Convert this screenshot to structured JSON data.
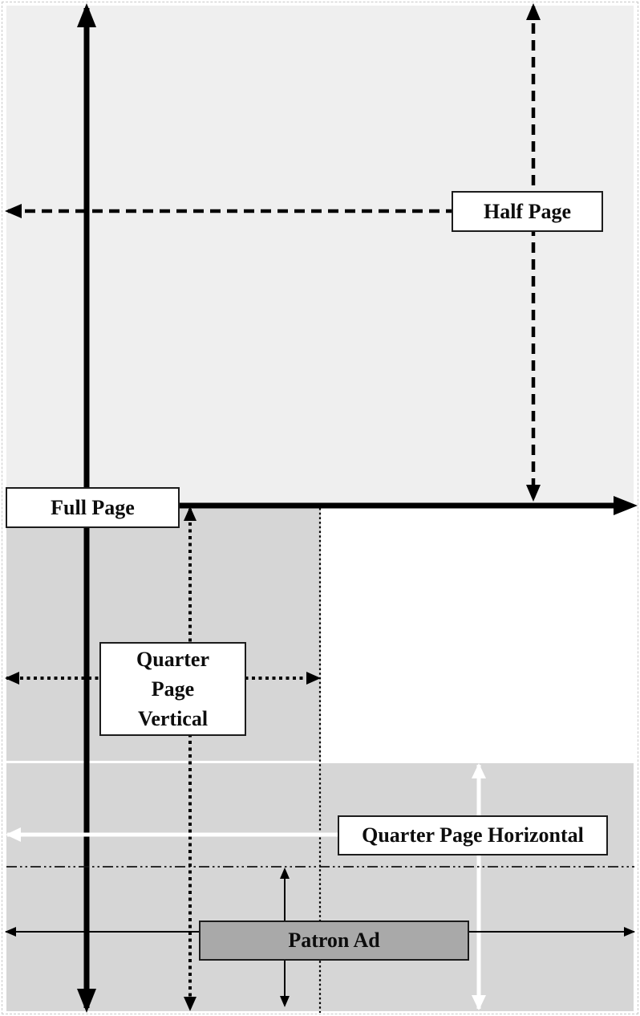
{
  "diagram": {
    "type": "advertisement-size-layout",
    "labels": {
      "full_page": "Full Page",
      "half_page": "Half Page",
      "quarter_page_vertical_lines": [
        "Quarter",
        "Page",
        "Vertical"
      ],
      "quarter_page_horizontal": "Quarter Page Horizontal",
      "patron_ad": "Patron Ad"
    },
    "colors": {
      "page_background": "#ffffff",
      "full_page_area": "#efefef",
      "quarter_vertical_area": "#d6d6d6",
      "bottom_area": "#d6d6d6",
      "half_page_right_area": "#ffffff",
      "patron_ad_fill": "#a9a9a9",
      "label_box_fill": "#ffffff",
      "label_box_border": "#1c1c1c",
      "arrow_black": "#000000",
      "arrow_white": "#ffffff",
      "dashdot_line": "#141414"
    }
  }
}
